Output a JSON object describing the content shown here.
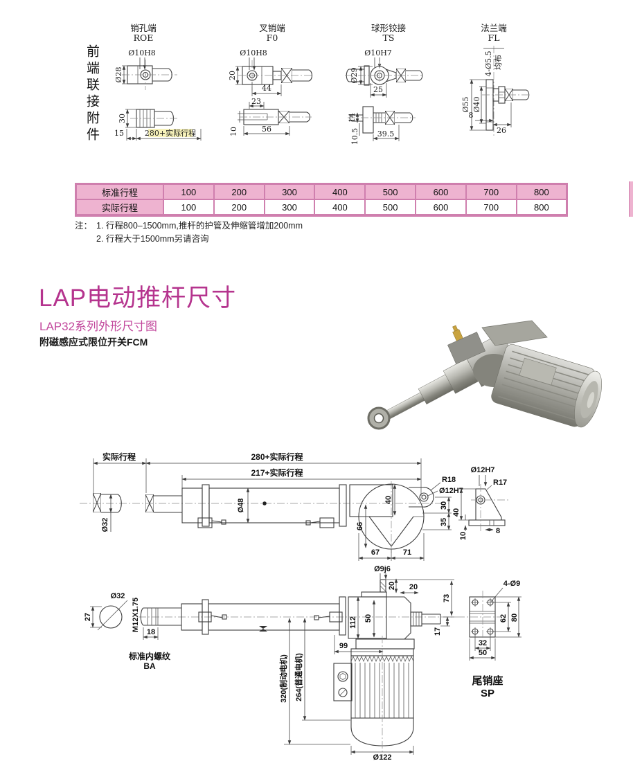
{
  "side_label": "前端联接附件",
  "roe": {
    "t1": "销孔端",
    "t2": "ROE",
    "hole": "Ø10H8",
    "d28": "Ø28",
    "n30": "30",
    "n15": "15",
    "stroke": "280+实际行程"
  },
  "f0": {
    "t1": "叉销端",
    "t2": "F0",
    "hole": "Ø10H8",
    "n20": "20",
    "n44": "44",
    "n23": "23",
    "n56": "56",
    "n10": "10"
  },
  "ts": {
    "t1": "球形铰接",
    "t2": "TS",
    "hole": "Ø10H7",
    "d29": "Ø29",
    "n25": "25",
    "n14": "14",
    "n105": "10.5",
    "n395": "39.5"
  },
  "fl": {
    "t1": "法兰端",
    "t2": "FL",
    "holes": "4-Ø5.5",
    "jb": "均布",
    "d55": "Ø55",
    "d40": "Ø40",
    "n8": "8",
    "n26": "26"
  },
  "table": {
    "rows": [
      {
        "label": "标准行程",
        "values": [
          "100",
          "200",
          "300",
          "400",
          "500",
          "600",
          "700",
          "800"
        ]
      },
      {
        "label": "实际行程",
        "values": [
          "100",
          "200",
          "300",
          "400",
          "500",
          "600",
          "700",
          "800"
        ]
      }
    ]
  },
  "notes": {
    "mark": "注：",
    "n1": "1. 行程800–1500mm,推杆的护管及伸缩管增加200mm",
    "n2": "2. 行程大于1500mm另请咨询"
  },
  "title": "LAP电动推杆尺寸",
  "subtitle": "LAP32系列外形尺寸图",
  "subnote": "附磁感应式限位开关FCM",
  "d1": {
    "stroke": "实际行程",
    "l280": "280+实际行程",
    "l217": "217+实际行程",
    "d32": "Ø32",
    "d48": "Ø48",
    "r18": "R18",
    "d12": "Ø12H7",
    "n66": "66",
    "n40": "40",
    "n30": "30",
    "n35": "35",
    "n67": "67",
    "n71": "71"
  },
  "br": {
    "d12": "Ø12H7",
    "r17": "R17",
    "n40": "40",
    "n10": "10",
    "n8": "8"
  },
  "d2": {
    "d32": "Ø32",
    "n27": "27",
    "thr": "M12X1.75",
    "n18": "18",
    "ba1": "标准内螺纹",
    "ba2": "BA",
    "d9": "Ø9j6",
    "n20a": "20",
    "n20b": "20",
    "n73": "73",
    "n112": "112",
    "n50": "50",
    "n17": "17",
    "n99": "99",
    "v320": "320(制动电机)",
    "v264": "264(普通电机)",
    "d122": "Ø122"
  },
  "sp": {
    "holes": "4-Ø9",
    "n62": "62",
    "n80": "80",
    "n32": "32",
    "n50": "50",
    "l1": "尾销座",
    "l2": "SP"
  },
  "colors": {
    "accent": "#b5348e",
    "table_fill": "#eeb3d0",
    "table_border": "#cf7fae",
    "line": "#3c3c3c"
  }
}
